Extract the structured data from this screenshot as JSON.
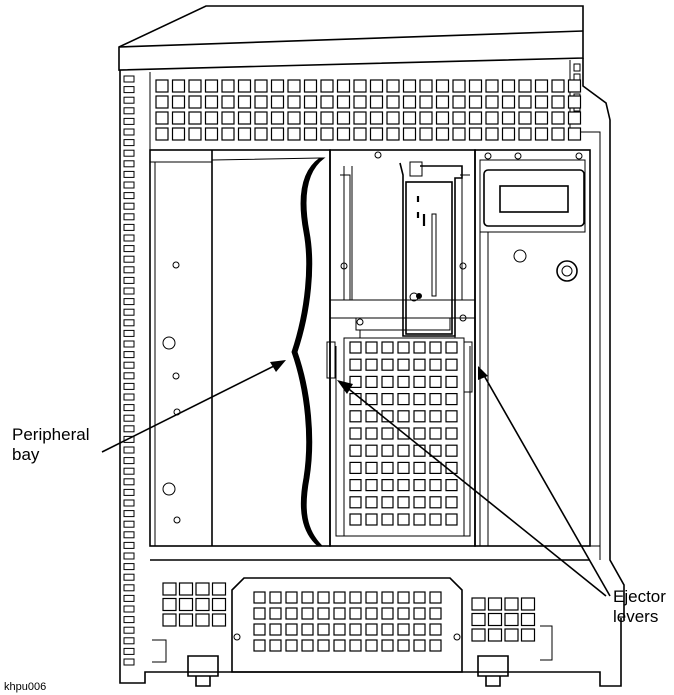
{
  "labels": {
    "peripheral_line1": "Peripheral",
    "peripheral_line2": "bay",
    "ejector_line1": "Ejector",
    "ejector_line2": "levers",
    "figure_code": "khpu006"
  }
}
